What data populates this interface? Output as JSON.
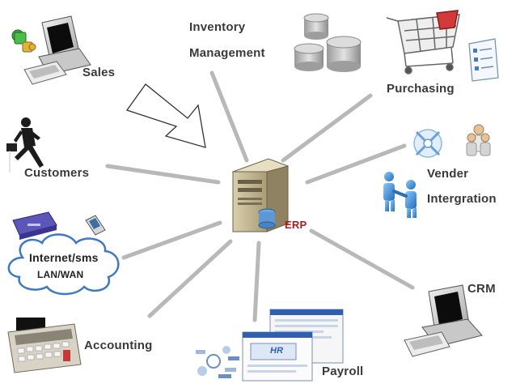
{
  "center": {
    "label": "ERP"
  },
  "nodes": {
    "sales": "Sales",
    "inventory": [
      "Inventory",
      "Management"
    ],
    "purchasing": "Purchasing",
    "customers": "Customers",
    "vender": "Vender",
    "integration": "Intergration",
    "internet": [
      "Internet/sms",
      "LAN/WAN"
    ],
    "crm": "CRM",
    "accounting": "Accounting",
    "payroll": "Payroll",
    "hr_screen": "HR"
  },
  "colors": {
    "spoke": "#b8b8b8",
    "label": "#3a3a3a",
    "erp_label": "#b01a1a",
    "cloud_outline": "#3f78c4"
  }
}
